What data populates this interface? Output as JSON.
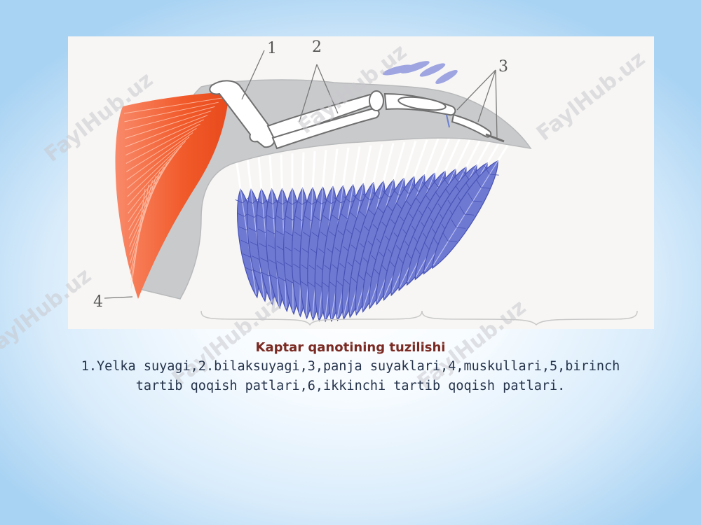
{
  "figure": {
    "labels": {
      "one": "1",
      "two": "2",
      "three": "3",
      "four": "4"
    },
    "colors": {
      "feather": "#6e79d2",
      "feather_dark": "#4752b5",
      "muscle": "#f15a2a",
      "bone": "#ffffff",
      "skin": "#cfd0d2"
    }
  },
  "watermark": {
    "text": "FaylHub.uz"
  },
  "caption": {
    "title": "Kaptar qanotining tuzilishi",
    "line1": "1.Yelka suyagi,2.bilaksuyagi,3,panja suyaklari,4,muskullari,5,birinch",
    "line2": "tartib qoqish patlari,6,ikkinchi tartib qoqish patlari."
  }
}
